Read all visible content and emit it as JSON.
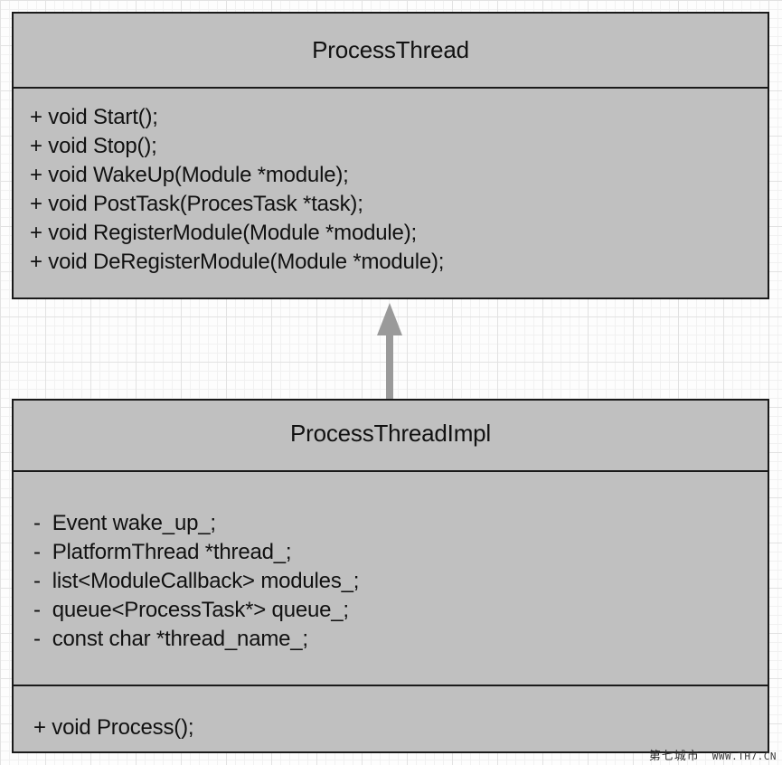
{
  "diagram": {
    "type": "uml-class-diagram",
    "background": "#fdfdfd",
    "grid": "graph-paper",
    "box_fill": "#c0c0c0",
    "box_border": "#1a1a1a",
    "connector_color": "#9a9a9a",
    "classes": [
      {
        "id": "process-thread",
        "name": "ProcessThread",
        "attributes": [],
        "operations": [
          "+ void Start();",
          "+ void Stop();",
          "+ void WakeUp(Module *module);",
          "+ void PostTask(ProcesTask *task);",
          "+ void RegisterModule(Module *module);",
          "+ void DeRegisterModule(Module *module);"
        ]
      },
      {
        "id": "process-thread-impl",
        "name": "ProcessThreadImpl",
        "attributes": [
          "-  Event wake_up_;",
          "-  PlatformThread *thread_;",
          "-  list<ModuleCallback> modules_;",
          "-  queue<ProcessTask*> queue_;",
          "-  const char *thread_name_;"
        ],
        "operations": [
          "+ void Process();"
        ]
      }
    ],
    "relationships": [
      {
        "kind": "generalization",
        "from": "process-thread-impl",
        "to": "process-thread",
        "arrow": "hollow-triangle-filled-gray"
      }
    ]
  },
  "watermark": {
    "site_name": "第七城市",
    "url": "WWW.TH7.CN"
  }
}
